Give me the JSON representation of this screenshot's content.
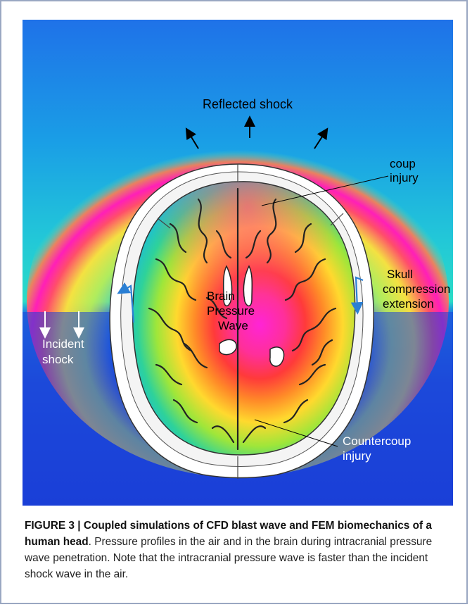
{
  "figure": {
    "labels": {
      "reflected_shock": "Reflected shock",
      "coup_line1": "coup",
      "coup_line2": "injury",
      "skull_line1": "Skull",
      "skull_line2": "compression",
      "skull_line3": "extension",
      "brain_line1": "Brain",
      "brain_line2": "Pressure",
      "brain_line3": "Wave",
      "incident_line1": "Incident",
      "incident_line2": "shock",
      "countercoup_line1": "Countercoup",
      "countercoup_line2": "injury"
    },
    "colors": {
      "background_top": "#1f6fe0",
      "incident_field": "#1b3fd8",
      "shock_peak": "#ff1fb8",
      "brain_peak": "#ff2bd0",
      "skull": "#ffffff",
      "arrow_blue": "#2a7fd4"
    }
  },
  "caption": {
    "bold": "FIGURE 3 | Coupled simulations of CFD blast wave and FEM biomechanics of a human head",
    "text": ". Pressure profiles in the air and in the brain during intracranial pressure wave penetration. Note that the intracranial pressure wave is faster than the incident shock wave in the air."
  }
}
